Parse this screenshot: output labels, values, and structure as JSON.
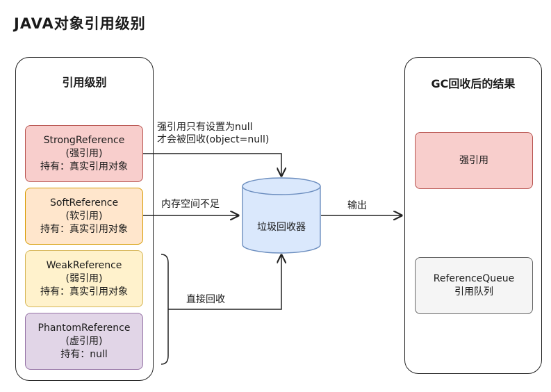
{
  "title": "JAVA对象引用级别",
  "left_panel": {
    "title": "引用级别"
  },
  "right_panel": {
    "title": "GC回收后的结果"
  },
  "refs": [
    {
      "name": "StrongReference",
      "cn": "(强引用)",
      "holds": "持有：真实引用对象",
      "fill": "#f8cecc",
      "stroke": "#b85450"
    },
    {
      "name": "SoftReference",
      "cn": "(软引用)",
      "holds": "持有：真实引用对象",
      "fill": "#ffe6cc",
      "stroke": "#d79b00"
    },
    {
      "name": "WeakReference",
      "cn": "(弱引用)",
      "holds": "持有：真实引用对象",
      "fill": "#fff2cc",
      "stroke": "#d6b656"
    },
    {
      "name": "PhantomReference",
      "cn": "(虚引用)",
      "holds": "持有：null",
      "fill": "#e1d5e7",
      "stroke": "#9673a6"
    }
  ],
  "gc": {
    "label": "垃圾回收器",
    "fill": "#dae8fc",
    "stroke": "#6c8ebf"
  },
  "edges": {
    "strong_line1": "强引用只有设置为null",
    "strong_line2": "才会被回收(object=null)",
    "soft": "内存空间不足",
    "direct": "直接回收",
    "output": "输出"
  },
  "results": {
    "strong": {
      "label": "强引用",
      "fill": "#f8cecc",
      "stroke": "#b85450"
    },
    "queue": {
      "line1": "ReferenceQueue",
      "line2": "引用队列",
      "fill": "#f5f5f5",
      "stroke": "#666666"
    }
  }
}
